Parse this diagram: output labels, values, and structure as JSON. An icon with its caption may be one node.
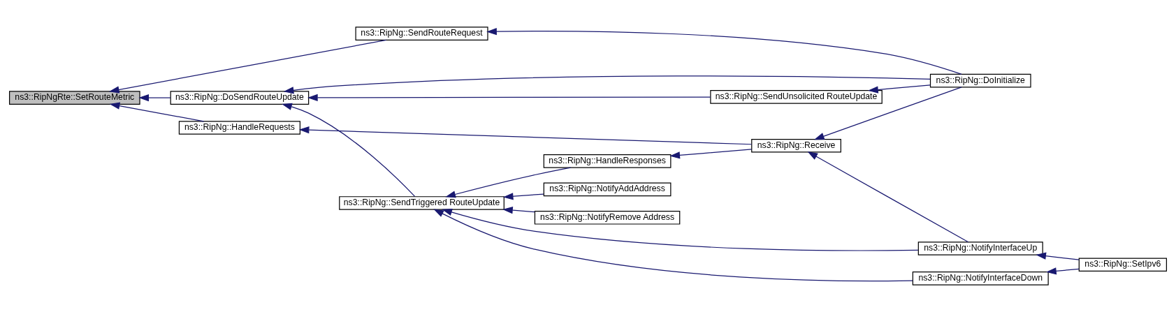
{
  "diagram": {
    "nodes": [
      {
        "text": [
          "ns3::RipNgRte::SetRouteMetric"
        ]
      },
      {
        "text": [
          "ns3::RipNg::SendRouteRequest"
        ]
      },
      {
        "text": [
          "ns3::RipNg::DoSendRouteUpdate"
        ]
      },
      {
        "text": [
          "ns3::RipNg::HandleRequests"
        ]
      },
      {
        "text": [
          "ns3::RipNg::DoInitialize"
        ]
      },
      {
        "text": [
          "ns3::RipNg::SendUnsolicited RouteUpdate"
        ]
      },
      {
        "text": [
          "ns3::RipNg::SendTriggered RouteUpdate"
        ]
      },
      {
        "text": [
          "ns3::RipNg::NotifyAddAddress"
        ]
      },
      {
        "text": [
          "ns3::RipNg::NotifyRemove Address"
        ]
      },
      {
        "text": [
          "ns3::RipNg::HandleResponses"
        ]
      },
      {
        "text": [
          "ns3::RipNg::NotifyInterfaceUp"
        ]
      },
      {
        "text": [
          "ns3::RipNg::NotifyInterfaceDown"
        ]
      },
      {
        "text": [
          "ns3::RipNg::Receive"
        ]
      },
      {
        "text": [
          "ns3::RipNg::SetIpv6"
        ]
      }
    ],
    "edges": [
      {
        "from": 1,
        "to": 0,
        "arrow": "to"
      },
      {
        "from": 2,
        "to": 0,
        "arrow": "to"
      },
      {
        "from": 3,
        "to": 0,
        "arrow": "to"
      },
      {
        "from": 4,
        "to": 1,
        "arrow": "to"
      },
      {
        "from": 4,
        "to": 2,
        "arrow": "to"
      },
      {
        "from": 5,
        "to": 2,
        "arrow": "to"
      },
      {
        "from": 6,
        "to": 2,
        "arrow": "to"
      },
      {
        "from": 12,
        "to": 3,
        "arrow": "to"
      },
      {
        "from": 4,
        "to": 5,
        "arrow": "to"
      },
      {
        "from": 7,
        "to": 6,
        "arrow": "to"
      },
      {
        "from": 8,
        "to": 6,
        "arrow": "to"
      },
      {
        "from": 9,
        "to": 6,
        "arrow": "to"
      },
      {
        "from": 10,
        "to": 6,
        "arrow": "to"
      },
      {
        "from": 11,
        "to": 6,
        "arrow": "to"
      },
      {
        "from": 12,
        "to": 9,
        "arrow": "to"
      },
      {
        "from": 4,
        "to": 12,
        "arrow": "to"
      },
      {
        "from": 10,
        "to": 12,
        "arrow": "to"
      },
      {
        "from": 13,
        "to": 10,
        "arrow": "to"
      },
      {
        "from": 13,
        "to": 11,
        "arrow": "to"
      }
    ]
  }
}
